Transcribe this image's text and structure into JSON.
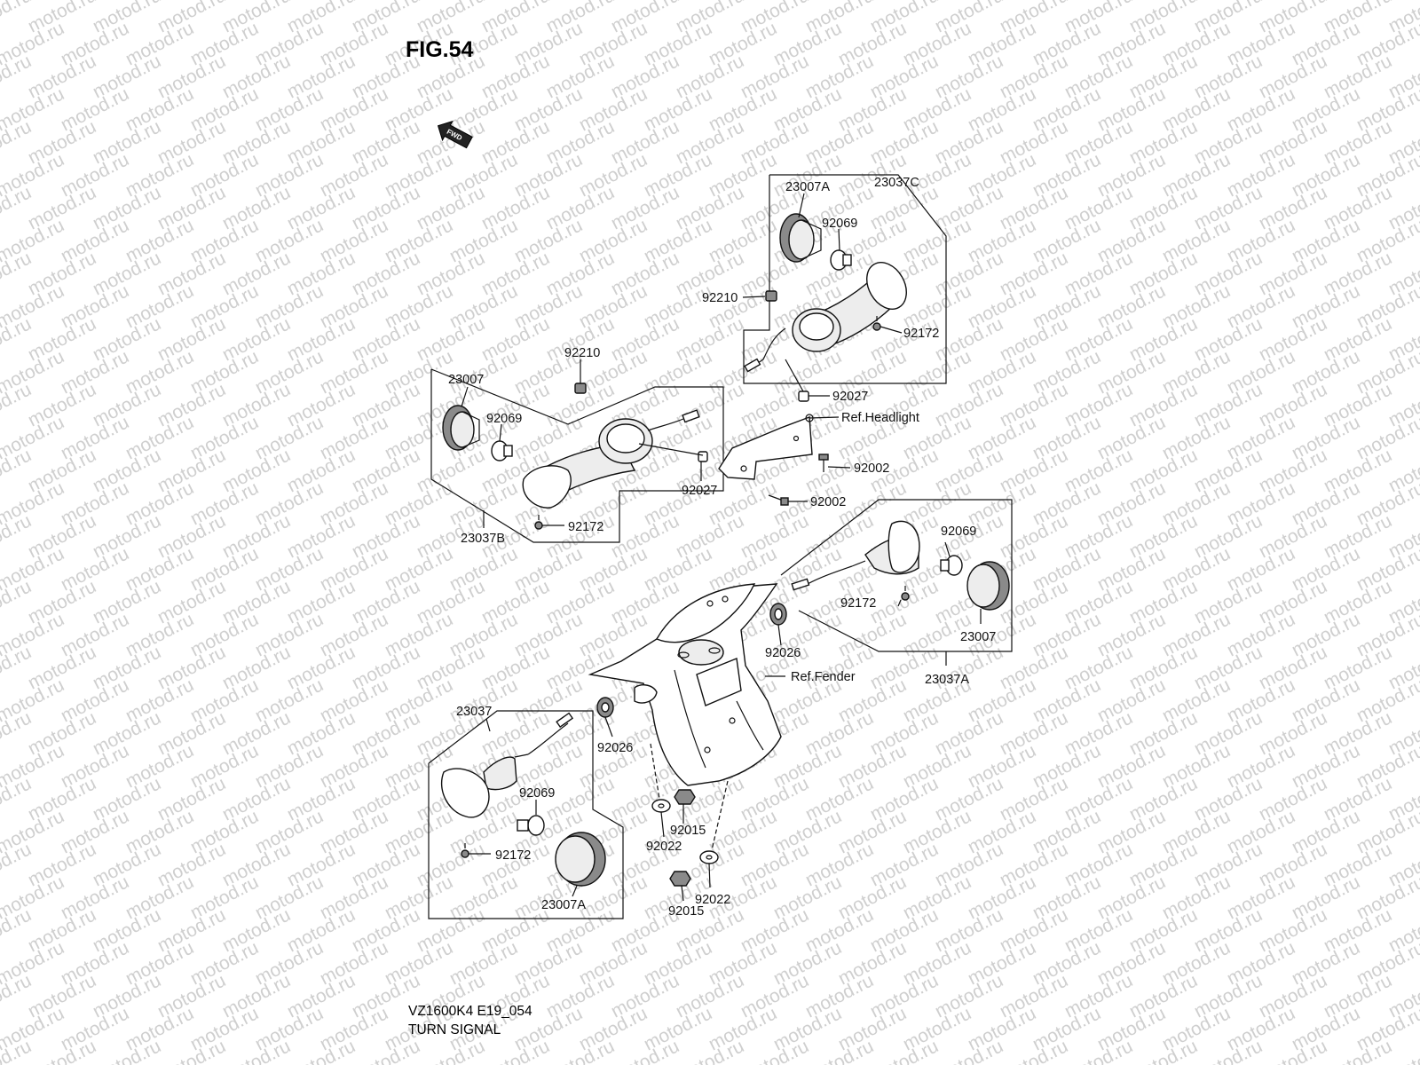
{
  "figure_title": "FIG.54",
  "fwd_label": "FWD",
  "watermark_text": "motod.ru",
  "footer": {
    "model_code": "VZ1600K4 E19_054",
    "section_title": "TURN SIGNAL"
  },
  "labels": {
    "l_23037C": "23037C",
    "l_23007A_top": "23007A",
    "l_92069_top": "92069",
    "l_92210_right": "92210",
    "l_92172_right": "92172",
    "l_92027_right": "92027",
    "l_ref_headlight": "Ref.Headlight",
    "l_92002_a": "92002",
    "l_92002_b": "92002",
    "l_92210_left": "92210",
    "l_23007_left": "23007",
    "l_92069_left": "92069",
    "l_92027_left": "92027",
    "l_92172_left": "92172",
    "l_23037B": "23037B",
    "l_92069_rr": "92069",
    "l_92172_rr": "92172",
    "l_23007_rr": "23007",
    "l_23037A": "23037A",
    "l_92026_right": "92026",
    "l_ref_fender": "Ref.Fender",
    "l_23037": "23037",
    "l_92026_left": "92026",
    "l_92069_rl": "92069",
    "l_92172_rl": "92172",
    "l_23007A_rl": "23007A",
    "l_92015_a": "92015",
    "l_92022_a": "92022",
    "l_92022_b": "92022",
    "l_92015_b": "92015"
  }
}
